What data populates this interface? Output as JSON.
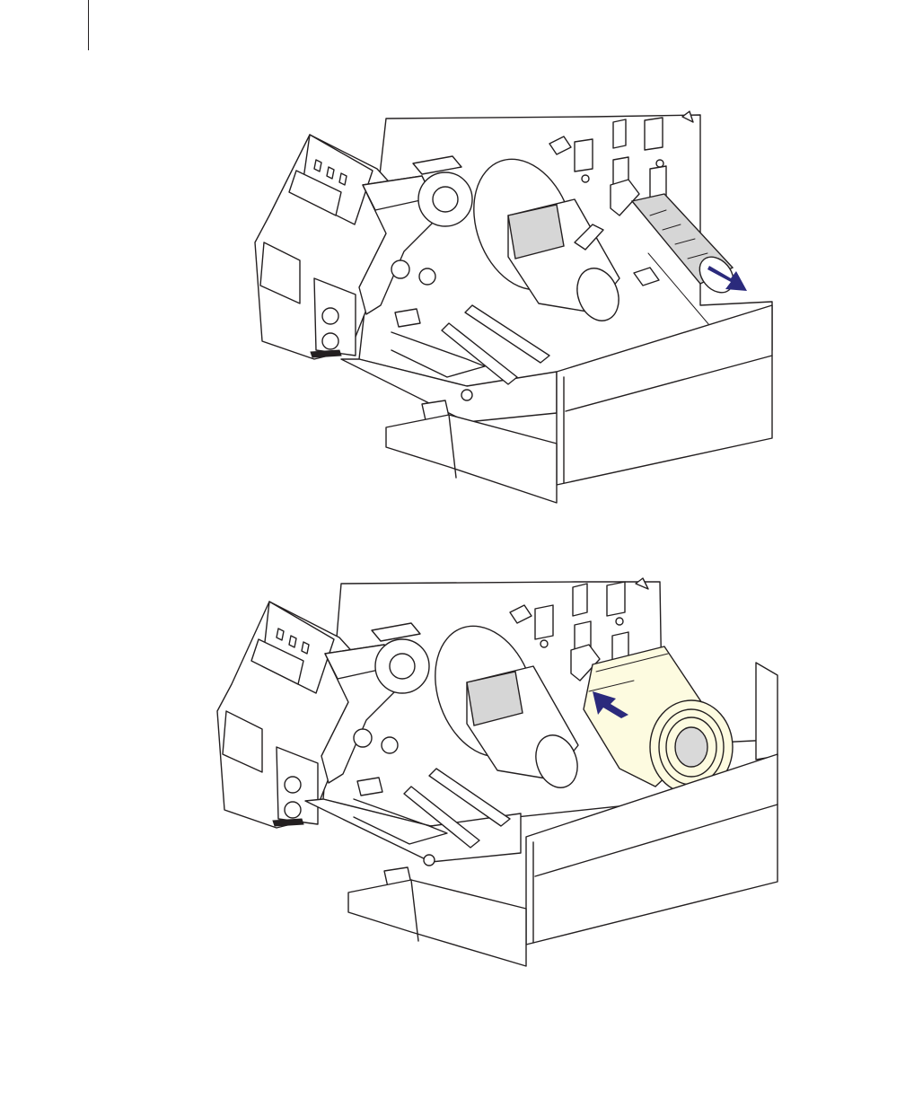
{
  "colors": {
    "arrow": "#2b2a7c",
    "label_roll": "#fdfbe0",
    "core": "#d9d9d9",
    "line": "#231f20",
    "background": "#ffffff"
  },
  "figures": [
    {
      "id": "remove-empty-core",
      "arrow_direction": "outward"
    },
    {
      "id": "load-label-roll",
      "arrow_direction": "inward"
    }
  ]
}
